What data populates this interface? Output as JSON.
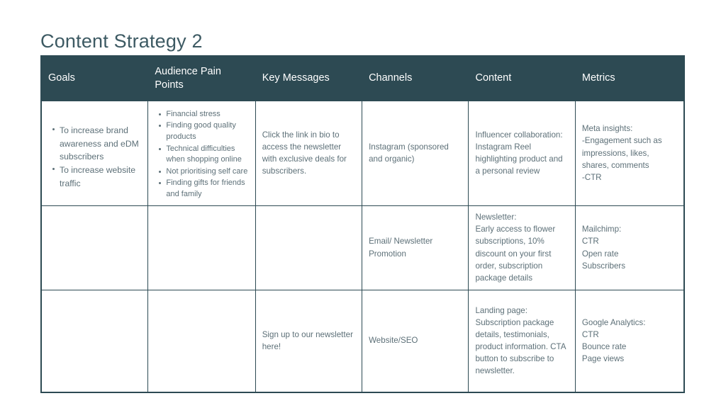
{
  "page": {
    "title": "Content Strategy 2",
    "accent_color": "#2d4a53",
    "title_color": "#3d5a63",
    "body_text_color": "#5d7078",
    "background": "#ffffff"
  },
  "table": {
    "headers": [
      "Goals",
      "Audience Pain Points",
      "Key Messages",
      "Channels",
      "Content",
      "Metrics"
    ],
    "rows": [
      {
        "goals": [
          "To increase brand awareness and eDM subscribers",
          "To increase website traffic"
        ],
        "pain_points": [
          "Financial stress",
          "Finding good quality products",
          "Technical difficulties when shopping online",
          "Not prioritising self care",
          "Finding gifts for friends and family"
        ],
        "key_messages": "Click the link in bio to access the newsletter with exclusive deals for subscribers.",
        "channels": "Instagram (sponsored and organic)",
        "content": "Influencer collaboration: Instagram Reel highlighting product and a personal review",
        "metrics": "Meta insights:\n-Engagement such as impressions, likes, shares, comments\n-CTR"
      },
      {
        "goals": [],
        "pain_points": [],
        "key_messages": "",
        "channels": "Email/ Newsletter Promotion",
        "content": "Newsletter:\nEarly access to flower subscriptions, 10% discount on your first order, subscription package details",
        "metrics": "Mailchimp:\nCTR\nOpen rate\nSubscribers"
      },
      {
        "goals": [],
        "pain_points": [],
        "key_messages": "Sign up to our newsletter here!",
        "channels": "Website/SEO",
        "content": "Landing page:\nSubscription package details, testimonials, product information. CTA button to subscribe to newsletter.",
        "metrics": "Google Analytics:\nCTR\nBounce rate\nPage views"
      }
    ]
  }
}
